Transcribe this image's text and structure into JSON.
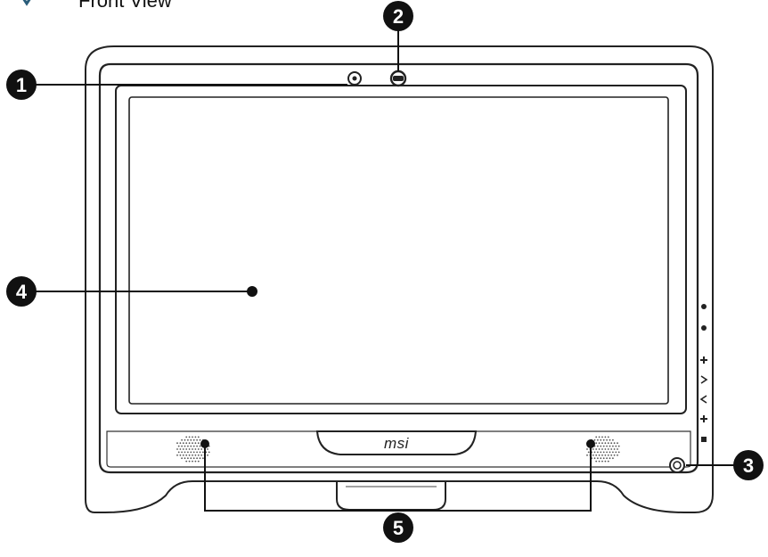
{
  "figure": {
    "title": "Front View",
    "brand_logo": "msi",
    "callouts": [
      {
        "number": "1",
        "target": "webcam-indicator"
      },
      {
        "number": "2",
        "target": "webcam"
      },
      {
        "number": "3",
        "target": "power-button"
      },
      {
        "number": "4",
        "target": "lcd-screen"
      },
      {
        "number": "5",
        "target": "speakers"
      }
    ]
  },
  "colors": {
    "callout_fill": "#111111",
    "callout_text": "#ffffff",
    "outline": "#222222",
    "bezel_frame": "#f2f2f2"
  },
  "side_buttons_icons": [
    "power-icon",
    "power-icon",
    "menu-icon",
    "up-arrow-icon",
    "down-arrow-icon",
    "menu-icon",
    "square-icon"
  ]
}
